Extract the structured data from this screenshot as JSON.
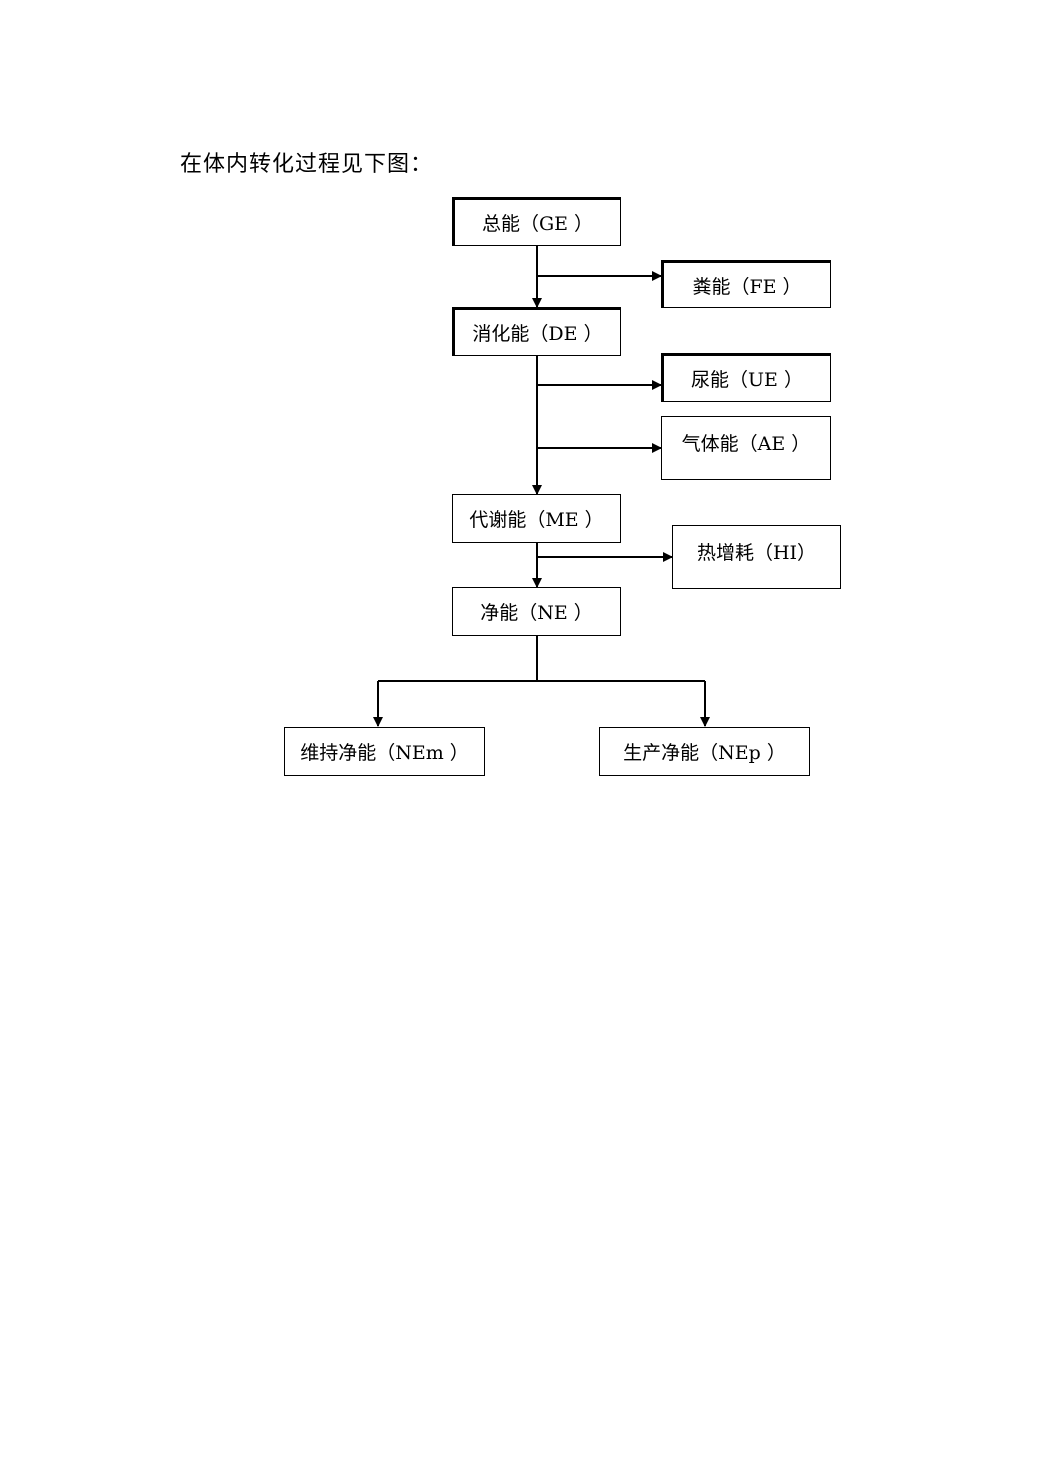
{
  "intro_text": "在体内转化过程见下图：",
  "nodes": {
    "ge": "总能（GE ）",
    "fe": "粪能（FE ）",
    "de": "消化能（DE ）",
    "ue": "尿能（UE ）",
    "ae": "气体能（AE ）",
    "me": "代谢能（ME ）",
    "hi": "热增耗（HI）",
    "ne": "净能（NE ）",
    "nem": "维持净能（NEm ）",
    "nep": "生产净能（NEp ）"
  },
  "edges": [
    {
      "from": "ge",
      "to": "de"
    },
    {
      "from": "ge",
      "to": "fe"
    },
    {
      "from": "de",
      "to": "me"
    },
    {
      "from": "de",
      "to": "ue"
    },
    {
      "from": "de",
      "to": "ae"
    },
    {
      "from": "me",
      "to": "ne"
    },
    {
      "from": "me",
      "to": "hi"
    },
    {
      "from": "ne",
      "to": "nem"
    },
    {
      "from": "ne",
      "to": "nep"
    }
  ]
}
